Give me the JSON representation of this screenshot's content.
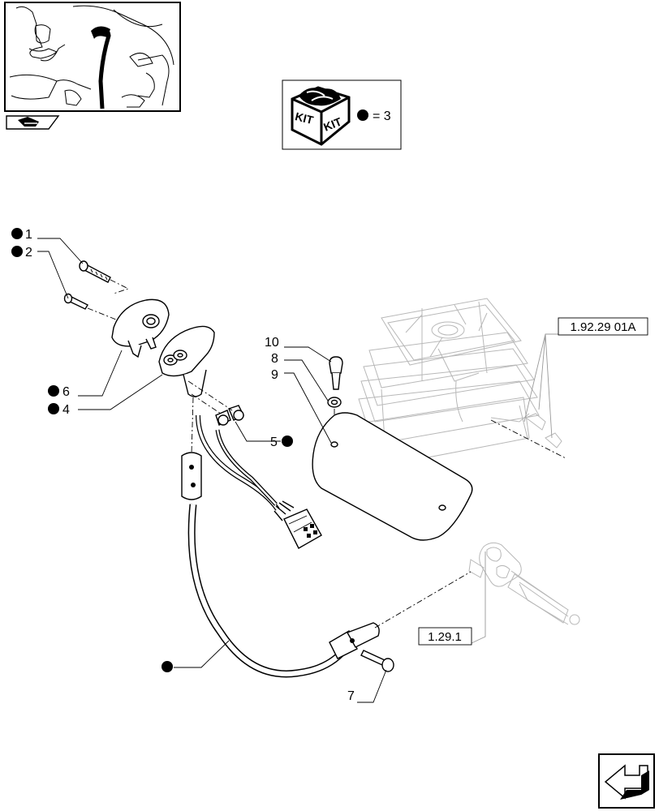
{
  "kit_box": {
    "kit_label_left": "KIT",
    "kit_label_right": "KIT",
    "quantity_text": "= 3"
  },
  "callouts": {
    "c1": "1",
    "c2": "2",
    "c4": "4",
    "c5": "5",
    "c6": "6",
    "c7": "7",
    "c8": "8",
    "c9": "9",
    "c10": "10"
  },
  "references": {
    "ref_console": "1.92.29 01A",
    "ref_lever": "1.29.1"
  }
}
